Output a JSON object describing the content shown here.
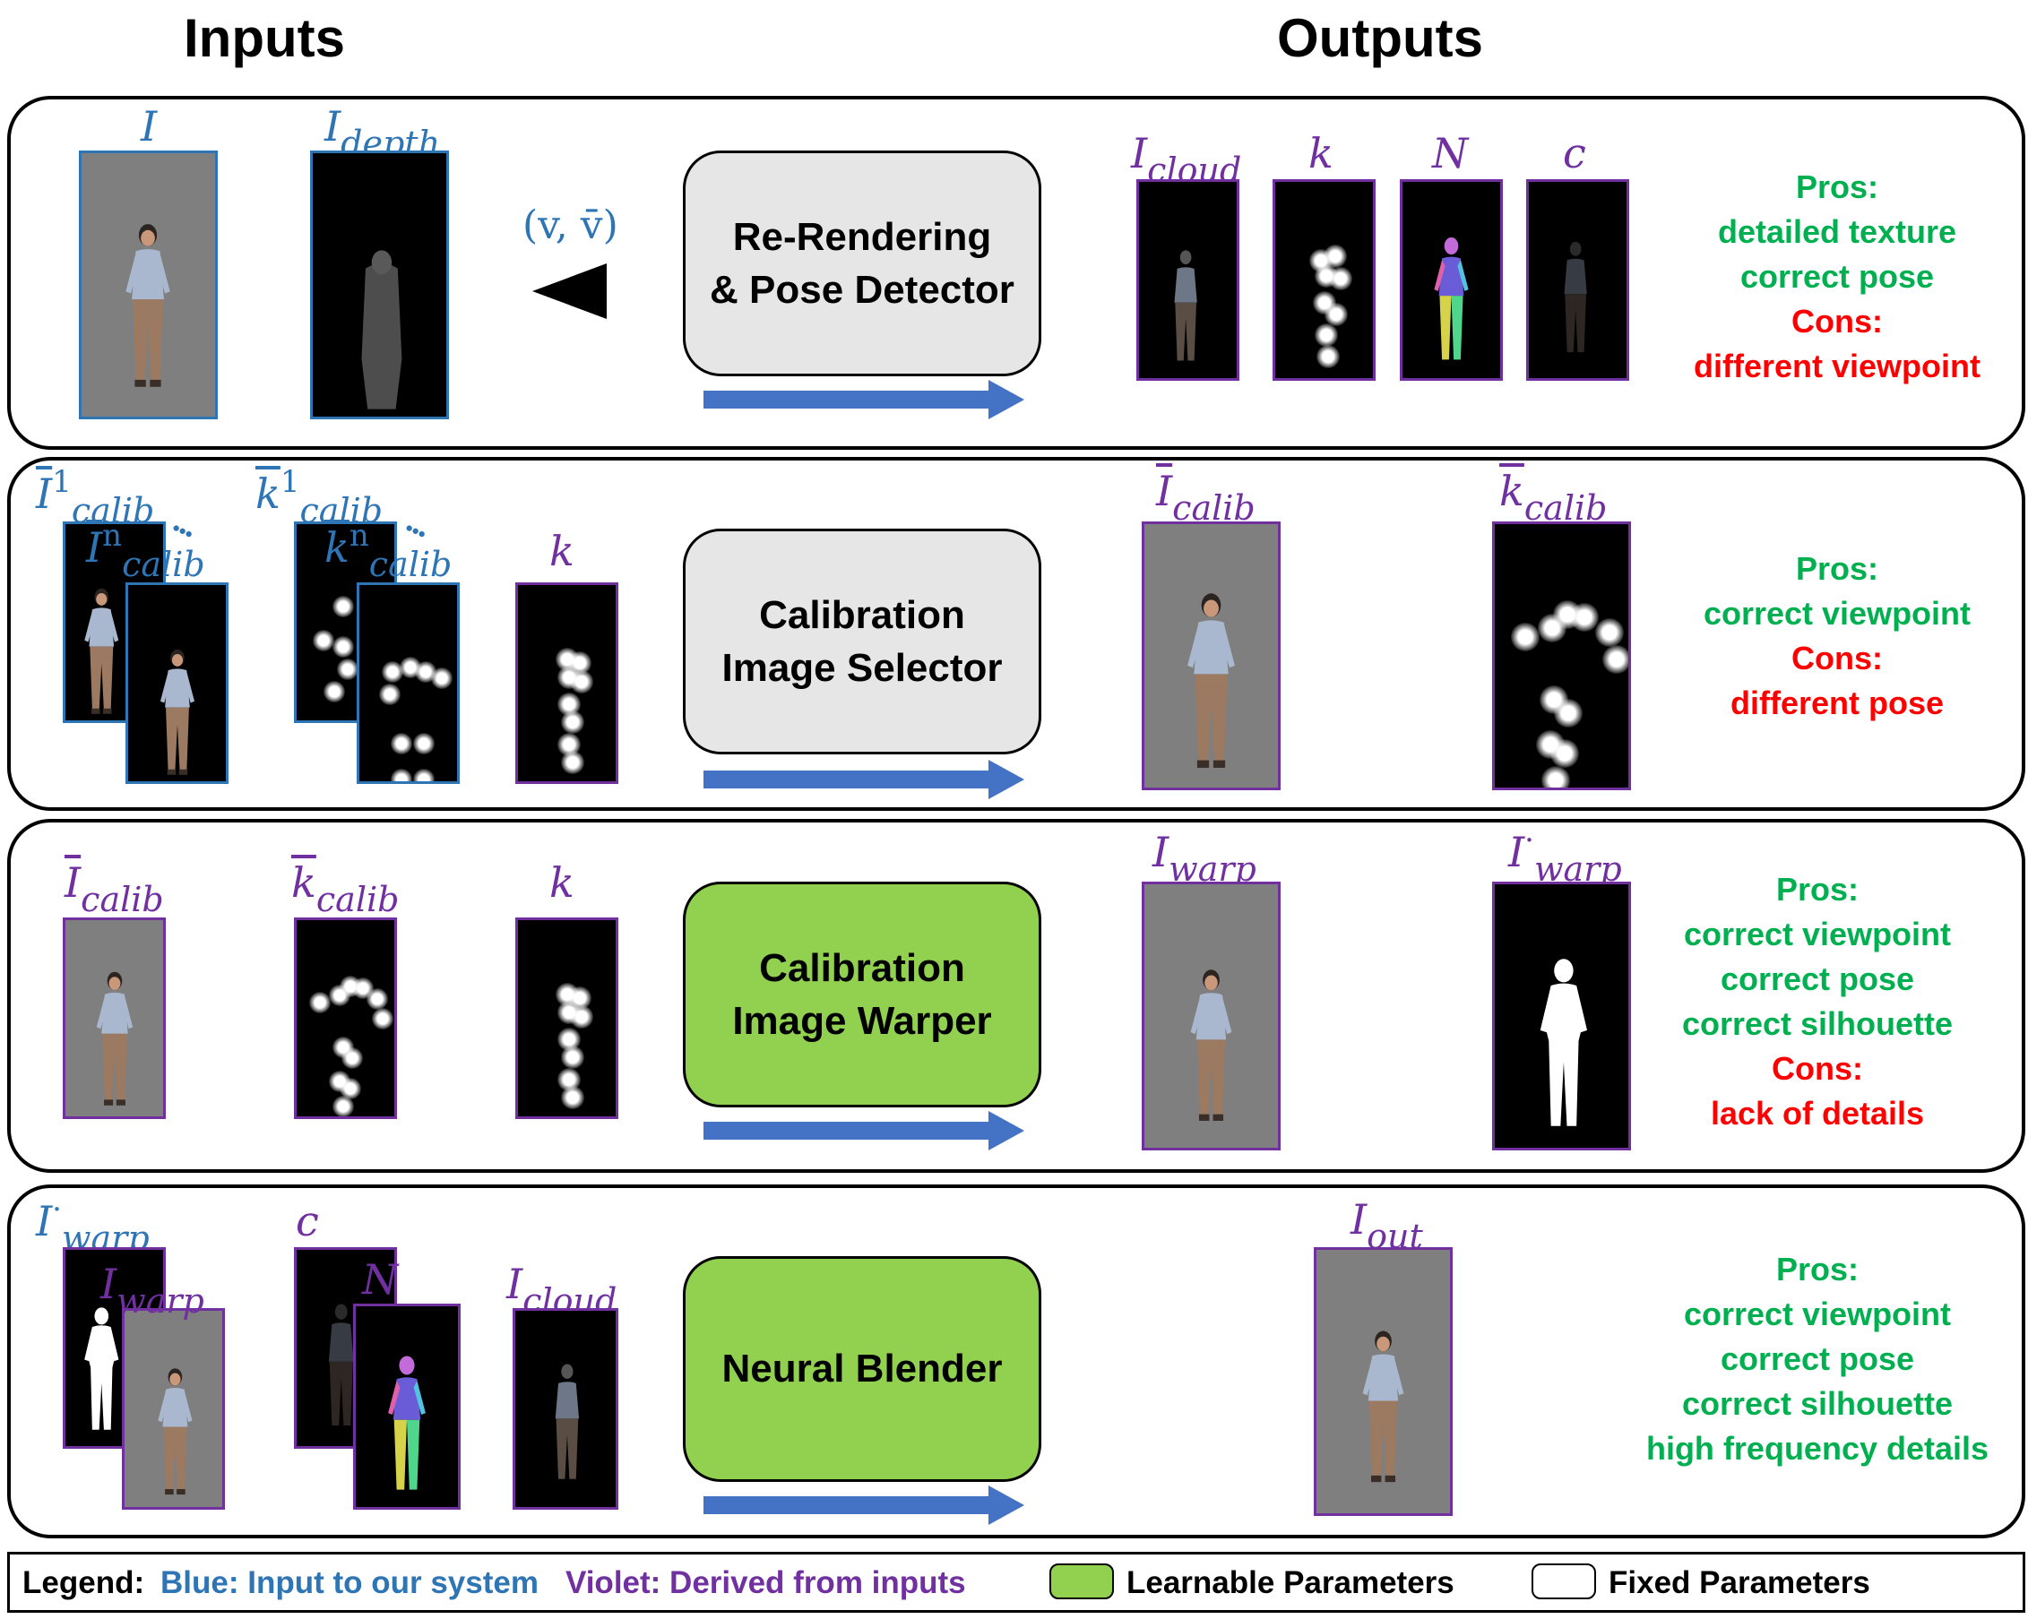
{
  "headers": {
    "inputs": "Inputs",
    "outputs": "Outputs"
  },
  "colors": {
    "input_blue": "#2e75b6",
    "derived_violet": "#7030a0",
    "learnable_green": "#92d050",
    "fixed_gray": "#e6e6e6",
    "pros_green": "#00b050",
    "cons_red": "#ff0000",
    "arrow_blue": "#4472c4"
  },
  "row1": {
    "in_I": "I",
    "in_Idepth_base": "I",
    "in_Idepth_sub": "depth",
    "viewpoint": "(v, v̄)",
    "box": [
      "Re-Rendering",
      "& Pose Detector"
    ],
    "out_labels": [
      {
        "base": "I",
        "sub": "cloud"
      },
      {
        "base": "k",
        "sub": ""
      },
      {
        "base": "N",
        "sub": ""
      },
      {
        "base": "c",
        "sub": ""
      }
    ],
    "pros_title": "Pros:",
    "pros": [
      "detailed texture",
      "correct pose"
    ],
    "cons_title": "Cons:",
    "cons": [
      "different viewpoint"
    ]
  },
  "row2": {
    "in1_base": "I",
    "in1_sup": "1",
    "in1_sub": "calib",
    "in1n_base": "I",
    "in1n_sup": "n",
    "in1n_sub": "calib",
    "in2_base": "k",
    "in2_sup": "1",
    "in2_sub": "calib",
    "in2n_base": "k",
    "in2n_sup": "n",
    "in2n_sub": "calib",
    "in3": "k",
    "ellipsis": "•••",
    "box": [
      "Calibration",
      "Image Selector"
    ],
    "out1_base": "I",
    "out1_sub": "calib",
    "out2_base": "k",
    "out2_sub": "calib",
    "pros_title": "Pros:",
    "pros": [
      "correct viewpoint"
    ],
    "cons_title": "Cons:",
    "cons": [
      "different pose"
    ]
  },
  "row3": {
    "in1_base": "I",
    "in1_sub": "calib",
    "in2_base": "k",
    "in2_sub": "calib",
    "in3": "k",
    "box": [
      "Calibration",
      "Image Warper"
    ],
    "out1_base": "I",
    "out1_sub": "warp",
    "out2_base": "I",
    "out2_sup": "·",
    "out2_sub": "warp",
    "pros_title": "Pros:",
    "pros": [
      "correct viewpoint",
      "correct pose",
      "correct silhouette"
    ],
    "cons_title": "Cons:",
    "cons": [
      "lack of details"
    ]
  },
  "row4": {
    "in1_base": "I",
    "in1_sup": "·",
    "in1_sub": "warp",
    "in1b_base": "I",
    "in1b_sub": "warp",
    "in2": "c",
    "in2b": "N",
    "in3_base": "I",
    "in3_sub": "cloud",
    "box": [
      "Neural Blender"
    ],
    "out_base": "I",
    "out_sub": "out",
    "pros_title": "Pros:",
    "pros": [
      "correct viewpoint",
      "correct pose",
      "correct silhouette",
      "high frequency details"
    ]
  },
  "legend": {
    "title": "Legend:",
    "blue": "Blue: Input to our system",
    "violet": "Violet: Derived from inputs",
    "learnable": "Learnable Parameters",
    "fixed": "Fixed Parameters"
  }
}
